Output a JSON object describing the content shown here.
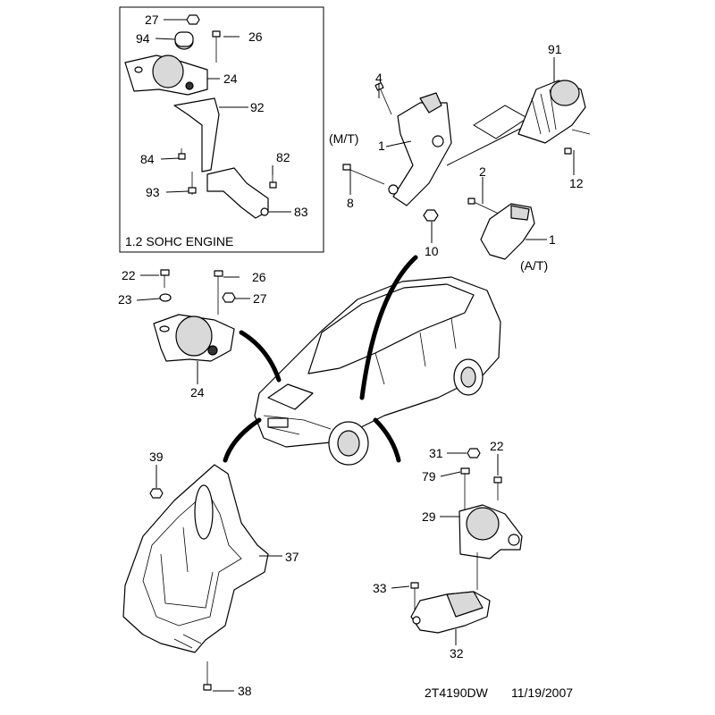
{
  "inset": {
    "title": "1.2 SOHC ENGINE"
  },
  "callouts": {
    "i27": "27",
    "i94": "94",
    "i26": "26",
    "i24": "24",
    "i92": "92",
    "i84": "84",
    "i82": "82",
    "i93": "93",
    "i83": "83",
    "t4": "4",
    "t91": "91",
    "t1mt": "1",
    "mt": "(M/T)",
    "t2": "2",
    "t8": "8",
    "t12": "12",
    "t10": "10",
    "t1at": "1",
    "at": "(A/T)",
    "l22": "22",
    "l26": "26",
    "l23": "23",
    "l27": "27",
    "l24": "24",
    "b39": "39",
    "b37": "37",
    "b38": "38",
    "r31": "31",
    "r22": "22",
    "r79": "79",
    "r29": "29",
    "r33": "33",
    "r32": "32"
  },
  "footer": {
    "drawing_id": "2T4190DW",
    "date": "11/19/2007"
  }
}
